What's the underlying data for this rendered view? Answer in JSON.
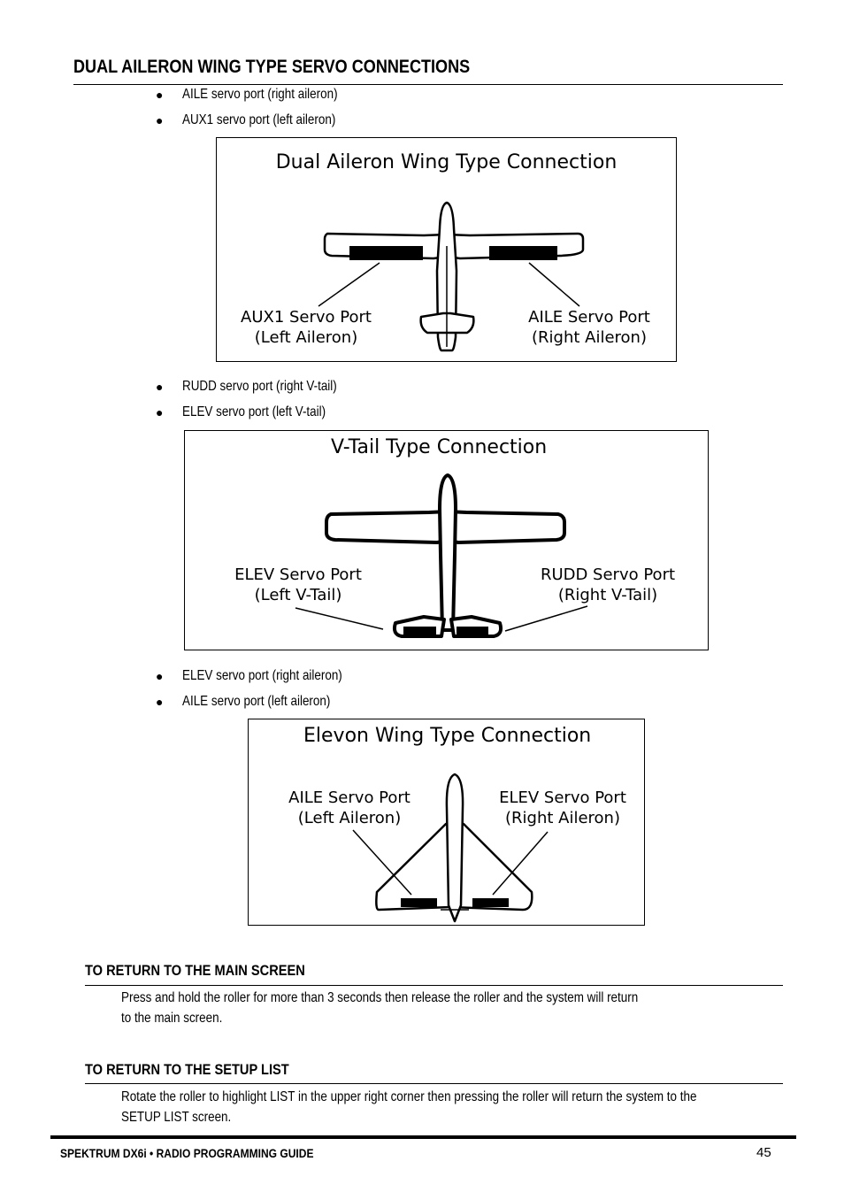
{
  "section": {
    "title": "DUAL AILERON WING TYPE SERVO CONNECTIONS"
  },
  "dual_aileron": {
    "bullets": [
      "AILE servo port (right aileron)",
      "AUX1 servo port (left aileron)"
    ],
    "diagram": {
      "title": "Dual Aileron Wing Type Connection",
      "left_label": [
        "AUX1 Servo Port",
        "(Left Aileron)"
      ],
      "right_label": [
        "AILE Servo Port",
        "(Right Aileron)"
      ]
    }
  },
  "vtail": {
    "bullets": [
      "RUDD servo port (right V-tail)",
      "ELEV servo port (left V-tail)"
    ],
    "diagram": {
      "title": "V-Tail Type Connection",
      "left_label": [
        "ELEV Servo Port",
        "(Left V-Tail)"
      ],
      "right_label": [
        "RUDD Servo Port",
        "(Right V-Tail)"
      ]
    }
  },
  "elevon": {
    "bullets": [
      "ELEV servo port (right aileron)",
      "AILE servo port (left aileron)"
    ],
    "diagram": {
      "title": "Elevon Wing Type Connection",
      "left_label": [
        "AILE Servo Port",
        "(Left Aileron)"
      ],
      "right_label": [
        "ELEV Servo Port",
        "(Right Aileron)"
      ]
    }
  },
  "main_screen": {
    "heading": "TO RETURN TO THE MAIN SCREEN",
    "lines": [
      "Press and hold the roller for more than 3 seconds then release the roller and the system will return",
      "to the main screen."
    ]
  },
  "setup_list": {
    "heading": "TO RETURN TO THE SETUP LIST",
    "lines": [
      "Rotate the roller to highlight LIST in the upper right corner then pressing the roller will return the system to the",
      "SETUP LIST screen."
    ]
  },
  "footer": {
    "guide_title": "SPEKTRUM DX6i • RADIO PROGRAMMING GUIDE",
    "page_number": "45"
  }
}
